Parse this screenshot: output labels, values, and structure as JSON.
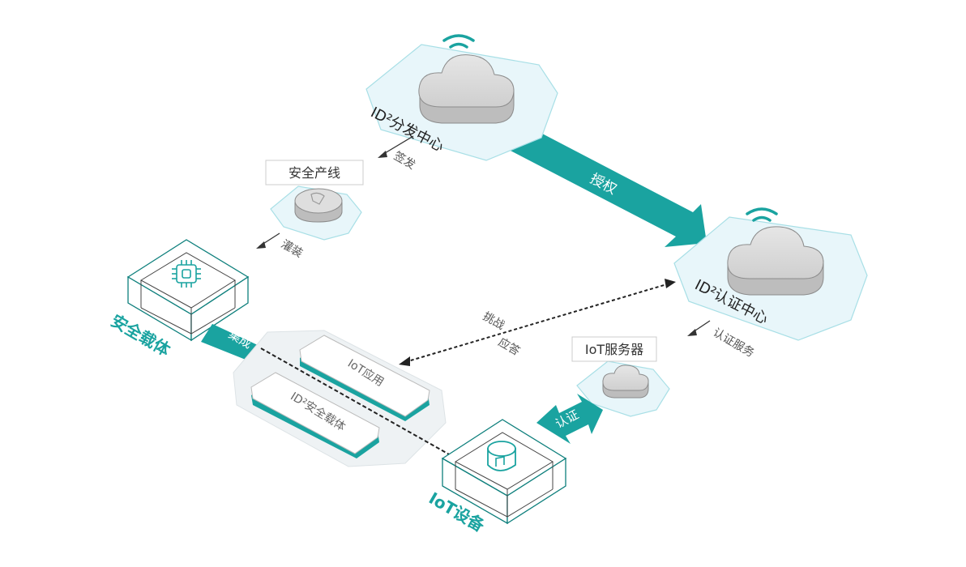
{
  "nodes": {
    "distribution_center": "ID²分发中心",
    "auth_center": "ID²认证中心",
    "secure_line": "安全产线",
    "iot_server": "IoT服务器",
    "secure_carrier": "安全载体",
    "iot_device": "IoT设备",
    "iot_app": "IoT应用",
    "id2_carrier": "ID²安全载体"
  },
  "edges": {
    "sign": "签发",
    "authorize": "授权",
    "flash": "灌装",
    "integrate": "集成",
    "challenge": "挑战",
    "response": "应答",
    "auth_service": "认证服务",
    "authenticate": "认证"
  },
  "colors": {
    "teal": "#1aa3a0",
    "teal_dark": "#0f8f8c",
    "platform_fill": "#e8f6fa",
    "platform_stroke": "#a8dfe6",
    "cloud": "#d9d9d9",
    "box_stroke": "#0d7f7c",
    "text_dark": "#333333",
    "text_gray": "#555555"
  },
  "icons": [
    "cloud-icon",
    "wifi-icon",
    "chip-icon",
    "lock-icon",
    "arrow-icon"
  ]
}
